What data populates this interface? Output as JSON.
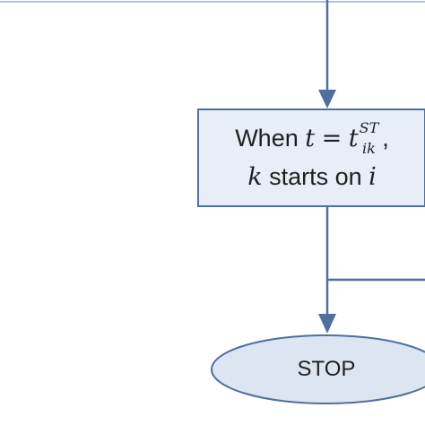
{
  "process_box": {
    "line1": {
      "prefix": "When",
      "variable": "t",
      "operator": "=",
      "base": "t",
      "superscript": "ST",
      "subscript": "ik",
      "suffix": ","
    },
    "line2": {
      "variable": "k",
      "middle": "starts on",
      "target": "i"
    }
  },
  "terminal": {
    "label": "STOP"
  },
  "colors": {
    "line": "#4f6f9f",
    "box_fill": "#e8eef7",
    "box_stroke": "#4f6f9f",
    "terminal_fill": "#dce6f2",
    "terminal_stroke": "#4f6f9f",
    "top_rule": "#a9c4e4"
  }
}
